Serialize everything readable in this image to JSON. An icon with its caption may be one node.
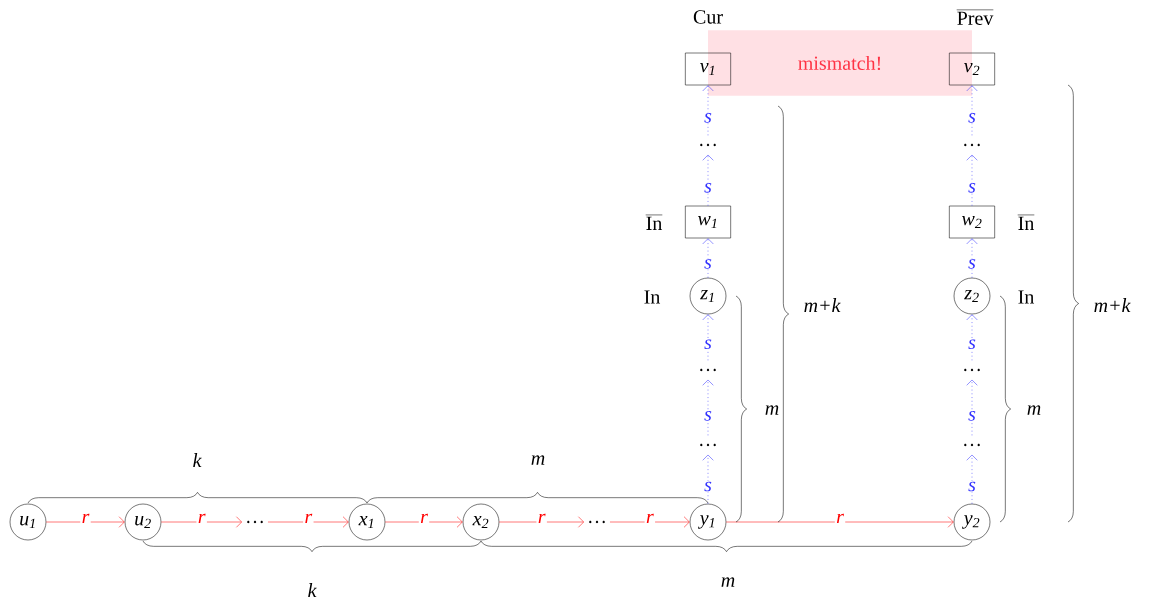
{
  "diagram": {
    "nodes": [
      {
        "text": [
          "mismatch!"
        ]
      },
      {
        "text": [
          "v$_{1}$"
        ]
      },
      {
        "text": [
          "v$_{2}$"
        ]
      },
      {
        "text": [
          "…"
        ]
      },
      {
        "text": [
          "…"
        ]
      },
      {
        "text": [
          "w$_{1}$"
        ],
        "beside": [
          "In"
        ]
      },
      {
        "text": [
          "w$_{2}$"
        ],
        "beside": [
          "In"
        ]
      },
      {
        "text": [
          "z$_{1}$"
        ],
        "beside": [
          "In"
        ]
      },
      {
        "text": [
          "z$_{2}$"
        ],
        "beside": [
          "In"
        ]
      },
      {
        "text": [
          "…"
        ]
      },
      {
        "text": [
          "…"
        ]
      },
      {
        "text": [
          "…"
        ]
      },
      {
        "text": [
          "…"
        ]
      },
      {
        "text": [
          "u$_{1}$"
        ]
      },
      {
        "text": [
          "u$_{2}$"
        ]
      },
      {
        "text": [
          "…"
        ]
      },
      {
        "text": [
          "x$_{1}$"
        ]
      },
      {
        "text": [
          "x$_{2}$"
        ]
      },
      {
        "text": [
          "…"
        ]
      },
      {
        "text": [
          "y$_{1}$"
        ]
      },
      {
        "text": [
          "y$_{2}$"
        ]
      }
    ],
    "edges": [
      {
        "from": 13,
        "to": 14,
        "arrow": "to",
        "label": "r",
        "color": "#ff0000"
      },
      {
        "from": 14,
        "to": 15,
        "arrow": "to",
        "label": "r",
        "color": "#ff0000"
      },
      {
        "from": 15,
        "to": 16,
        "arrow": "to",
        "label": "r",
        "color": "#ff0000"
      },
      {
        "from": 16,
        "to": 17,
        "arrow": "to",
        "label": "r",
        "color": "#ff0000"
      },
      {
        "from": 17,
        "to": 18,
        "arrow": "to",
        "label": "r",
        "color": "#ff0000"
      },
      {
        "from": 18,
        "to": 19,
        "arrow": "to",
        "label": "r",
        "color": "#ff0000"
      },
      {
        "from": 19,
        "to": 20,
        "arrow": "to",
        "label": "r",
        "color": "#ff0000"
      },
      {
        "from": 19,
        "to": 11,
        "arrow": "to",
        "label": "s",
        "style": "dashed"
      },
      {
        "from": 11,
        "to": 9,
        "arrow": "to",
        "label": "s",
        "style": "dashed"
      },
      {
        "from": 9,
        "to": 7,
        "arrow": "to",
        "label": "s",
        "style": "dashed"
      },
      {
        "from": 7,
        "to": 5,
        "arrow": "to",
        "label": "s",
        "style": "dashed"
      },
      {
        "from": 5,
        "to": 3,
        "arrow": "to",
        "label": "s",
        "style": "dashed"
      },
      {
        "from": 3,
        "to": 1,
        "arrow": "to",
        "label": "s",
        "style": "dashed"
      },
      {
        "from": 20,
        "to": 12,
        "arrow": "to",
        "label": "s",
        "style": "dashed"
      },
      {
        "from": 12,
        "to": 10,
        "arrow": "to",
        "label": "s",
        "style": "dashed"
      },
      {
        "from": 10,
        "to": 8,
        "arrow": "to",
        "label": "s",
        "style": "dashed"
      },
      {
        "from": 8,
        "to": 6,
        "arrow": "to",
        "label": "s",
        "style": "dashed"
      },
      {
        "from": 6,
        "to": 4,
        "arrow": "to",
        "label": "s",
        "style": "dashed"
      },
      {
        "from": 4,
        "to": 2,
        "arrow": "to",
        "label": "s",
        "style": "dashed"
      }
    ],
    "labels": [
      "Cur",
      "Prev",
      "m+k",
      "m+k",
      "m",
      "m",
      "k",
      "m",
      "m",
      "k"
    ]
  }
}
